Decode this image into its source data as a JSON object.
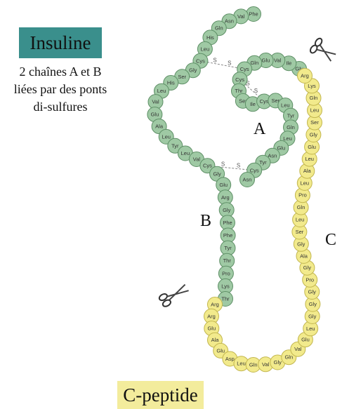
{
  "title": "Insuline",
  "description": [
    "2 chaînes A et B",
    "liées par des ponts",
    "di-sulfures"
  ],
  "c_peptide_label": "C-peptide",
  "chain_labels": {
    "A": "A",
    "B": "B",
    "C": "C"
  },
  "bond_label": "S",
  "colors": {
    "green_fill": "#9fc9a4",
    "green_stroke": "#5e8f66",
    "yellow_fill": "#f2ea8c",
    "yellow_stroke": "#c2b64f",
    "title_bg": "#3a8f8c",
    "cpep_bg": "#f3ec9c"
  },
  "chains": {
    "B": [
      "Phe",
      "Val",
      "Asn",
      "Gln",
      "His",
      "Leu",
      "Cys",
      "Gly",
      "Ser",
      "His",
      "Leu",
      "Val",
      "Glu",
      "Ala",
      "Leu",
      "Tyr",
      "Leu",
      "Val",
      "Cys",
      "Gly",
      "Glu",
      "Arg",
      "Gly",
      "Phe",
      "Phe",
      "Tyr",
      "Thr",
      "Pro",
      "Lys",
      "Thr"
    ],
    "A": [
      "Gly",
      "Ile",
      "Val",
      "Glu",
      "Gln",
      "Cys",
      "Cys",
      "Thr",
      "Ser",
      "Ile",
      "Cys",
      "Ser",
      "Leu",
      "Tyr",
      "Gln",
      "Leu",
      "Glu",
      "Asn",
      "Tyr",
      "Cys",
      "Asn"
    ],
    "C": [
      "Arg",
      "Arg",
      "Glu",
      "Ala",
      "Glu",
      "Asp",
      "Leu",
      "Gln",
      "Val",
      "Gly",
      "Gln",
      "Val",
      "Glu",
      "Leu",
      "Gly",
      "Gly",
      "Gly",
      "Pro",
      "Gly",
      "Ala",
      "Gly",
      "Ser",
      "Leu",
      "Gln",
      "Pro",
      "Leu",
      "Ala",
      "Leu",
      "Glu",
      "Gly",
      "Ser",
      "Leu",
      "Gln",
      "Lys",
      "Arg"
    ]
  },
  "icons": [
    "scissors-icon",
    "disulfide-bond"
  ]
}
